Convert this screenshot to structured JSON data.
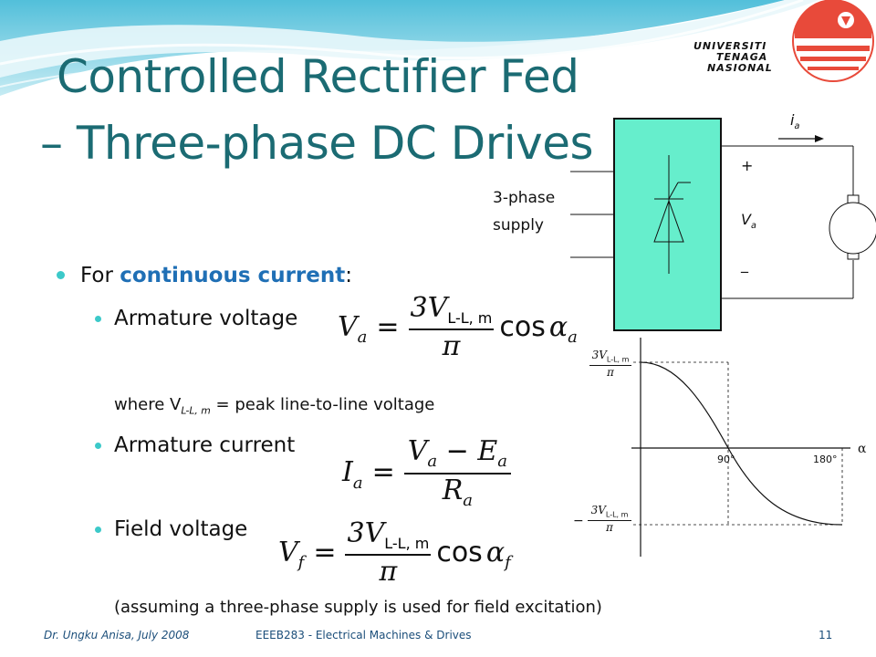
{
  "slide": {
    "title_line1": "Controlled Rectifier Fed",
    "title_line2": "– Three-phase DC Drives",
    "logo": {
      "line1": "UNIVERSITI",
      "line2": "TENAGA",
      "line3": "NASIONAL"
    },
    "bullets": {
      "b1_prefix": "For ",
      "b1_highlight": "continuous current",
      "b1_suffix": ":",
      "armature_voltage": "Armature voltage",
      "where_text": "where V",
      "where_sub": "L-L, m",
      "where_rest": " = peak line-to-line voltage",
      "armature_current": "Armature current",
      "field_voltage": "Field voltage",
      "note": "(assuming a three-phase supply is used for field excitation)"
    },
    "equations": {
      "va_lhs": "V",
      "va_lhs_sub": "a",
      "va_coef": "3V",
      "va_coef_sub": "L-L, m",
      "pi": "π",
      "cos": "cos",
      "alpha": "α",
      "alpha_sub_a": "a",
      "ia_lhs": "I",
      "ia_lhs_sub": "a",
      "ia_num_v": "V",
      "ia_num_v_sub": "a",
      "ia_minus": " − ",
      "ia_num_e": "E",
      "ia_num_e_sub": "a",
      "ia_den": "R",
      "ia_den_sub": "a",
      "vf_lhs": "V",
      "vf_lhs_sub": "f",
      "alpha_sub_f": "f",
      "equals": "="
    },
    "circuit": {
      "supply_line1": "3-phase",
      "supply_line2": "supply",
      "current_label": "i",
      "current_sub": "a",
      "plus": "+",
      "minus": "_",
      "voltage_label": "V",
      "voltage_sub": "a",
      "box_color": "#66eecc"
    },
    "graph": {
      "pos_num": "3V",
      "pos_num_sub": "L-L, m",
      "neg_sign": "−",
      "tick_90": "90°",
      "tick_180": "180°",
      "axis_label": "α",
      "pi": "π"
    },
    "footer": {
      "author": "Dr. Ungku Anisa, July 2008",
      "course": "EEEB283 - Electrical Machines & Drives",
      "page": "11"
    },
    "colors": {
      "title": "#1b6b73",
      "bullet": "#3cc9c9",
      "highlight": "#1f6fb5",
      "footer": "#1b4e7a"
    }
  }
}
